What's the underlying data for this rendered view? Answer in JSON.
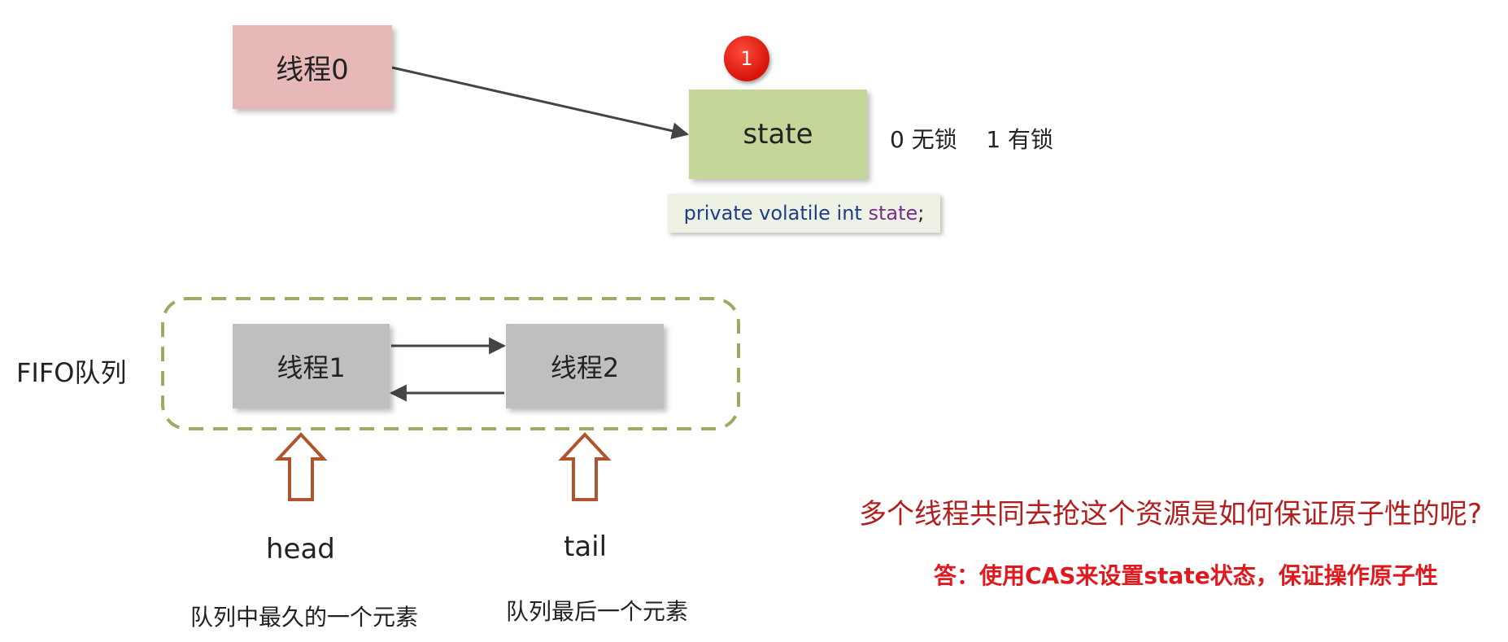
{
  "diagram": {
    "thread0": "线程0",
    "state_badge": "1",
    "state": "state",
    "state_legend": "0 无锁    1 有锁",
    "code": {
      "modifiers": "private volatile int ",
      "variable": "state",
      "terminator": ";"
    },
    "queue_label": "FIFO队列",
    "thread1": "线程1",
    "thread2": "线程2",
    "head": "head",
    "tail": "tail",
    "head_desc": "队列中最久的一个元素",
    "tail_desc": "队列最后一个元素",
    "question": "多个线程共同去抢这个资源是如何保证原子性的呢?",
    "answer": "答：使用CAS来设置state状态，保证操作原子性"
  },
  "colors": {
    "thread0_fill": "#e6b8b7",
    "state_fill": "#c5d69b",
    "queue_thread_fill": "#bfbfbf",
    "queue_border": "#9aab62",
    "pointer_arrow": "#b0542e",
    "question_text": "#b11f1f",
    "answer_text": "#e0191e",
    "badge_fill": "#e0191e"
  }
}
